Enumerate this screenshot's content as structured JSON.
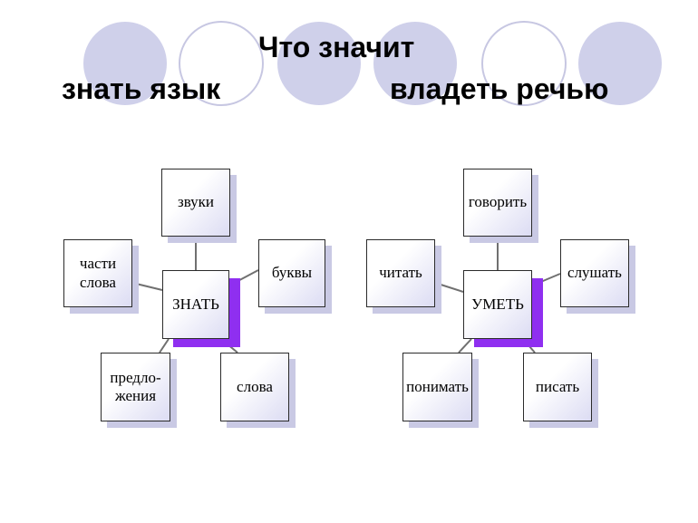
{
  "title": {
    "line1": "Что значит",
    "left": "знать язык",
    "right": "владеть речью"
  },
  "colors": {
    "circle_fill": "#cfd0ea",
    "circle_outline": "#c7c7e2",
    "center_shadow": "#8f2ff0",
    "box_shadow": "#c9c9e4"
  },
  "diagram_left": {
    "center": "ЗНАТЬ",
    "nodes": [
      {
        "id": "zvuki",
        "text": "звуки"
      },
      {
        "id": "bukvy",
        "text": "буквы"
      },
      {
        "id": "slova",
        "text": "слова"
      },
      {
        "id": "predlozheniya",
        "text": "предло-\nжения"
      },
      {
        "id": "chasti-slova",
        "text": "части\nслова"
      }
    ]
  },
  "diagram_right": {
    "center": "УМЕТЬ",
    "nodes": [
      {
        "id": "govorit",
        "text": "говорить"
      },
      {
        "id": "slushat",
        "text": "слушать"
      },
      {
        "id": "pisat",
        "text": "писать"
      },
      {
        "id": "ponimat",
        "text": "понимать"
      },
      {
        "id": "chitat",
        "text": "читать"
      }
    ]
  }
}
